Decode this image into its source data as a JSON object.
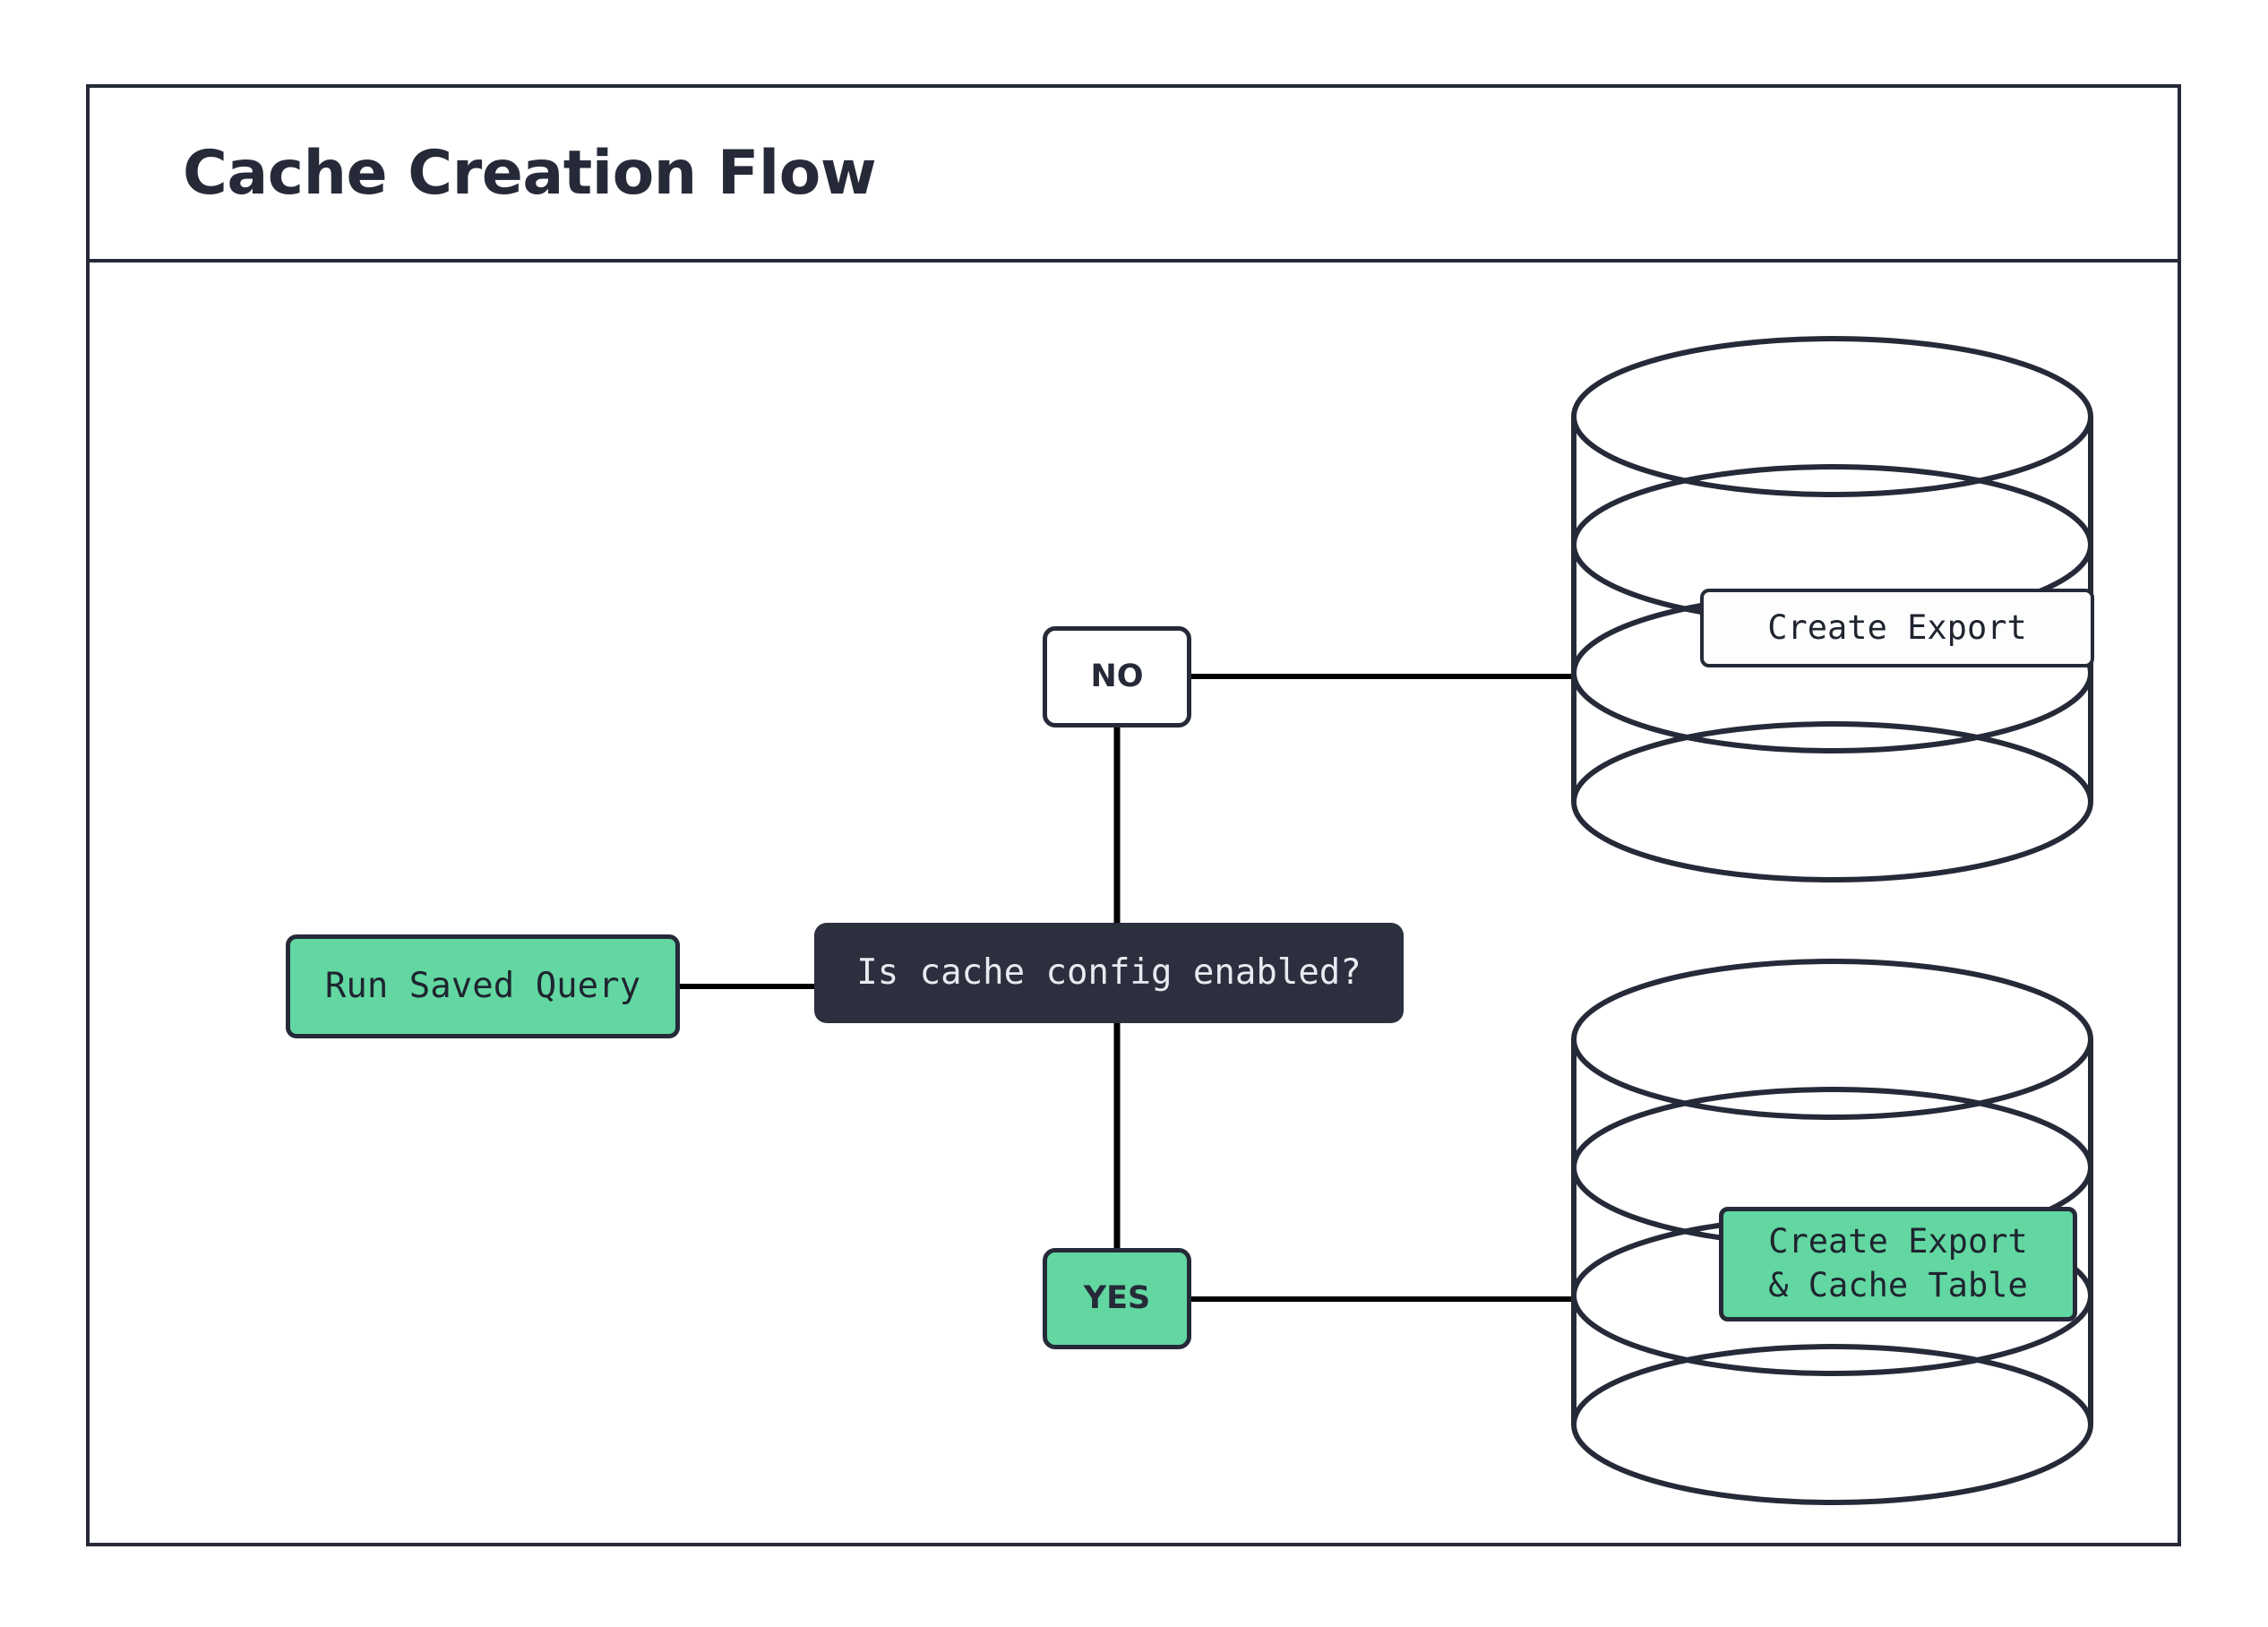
{
  "diagram": {
    "title": "Cache Creation Flow",
    "colors": {
      "stroke": "#262a38",
      "accent_green": "#62d7a1",
      "decision_fill": "#2b2f3e",
      "decision_text": "#e8eaf0",
      "canvas": "#ffffff"
    },
    "nodes": {
      "start": {
        "label": "Run Saved Query",
        "shape": "rounded-rectangle",
        "fill": "#62d7a1"
      },
      "decision": {
        "label": "Is cache config enabled?",
        "shape": "rounded-rectangle",
        "fill": "#2b2f3e"
      },
      "branch_no": {
        "label": "NO",
        "shape": "rounded-rectangle",
        "fill": "#ffffff"
      },
      "branch_yes": {
        "label": "YES",
        "shape": "rounded-rectangle",
        "fill": "#62d7a1"
      },
      "export_only": {
        "label": "Create Export",
        "shape": "database-cylinder",
        "fill": "#fdfdfd"
      },
      "export_and_cache": {
        "label": "Create Export\n& Cache Table",
        "line1": "Create Export",
        "line2": "& Cache Table",
        "shape": "database-cylinder",
        "fill": "#62d7a1"
      }
    },
    "edges": [
      {
        "from": "start",
        "to": "decision",
        "label": ""
      },
      {
        "from": "decision",
        "to": "branch_no",
        "label": ""
      },
      {
        "from": "decision",
        "to": "branch_yes",
        "label": ""
      },
      {
        "from": "branch_no",
        "to": "export_only",
        "label": ""
      },
      {
        "from": "branch_yes",
        "to": "export_and_cache",
        "label": ""
      }
    ]
  }
}
